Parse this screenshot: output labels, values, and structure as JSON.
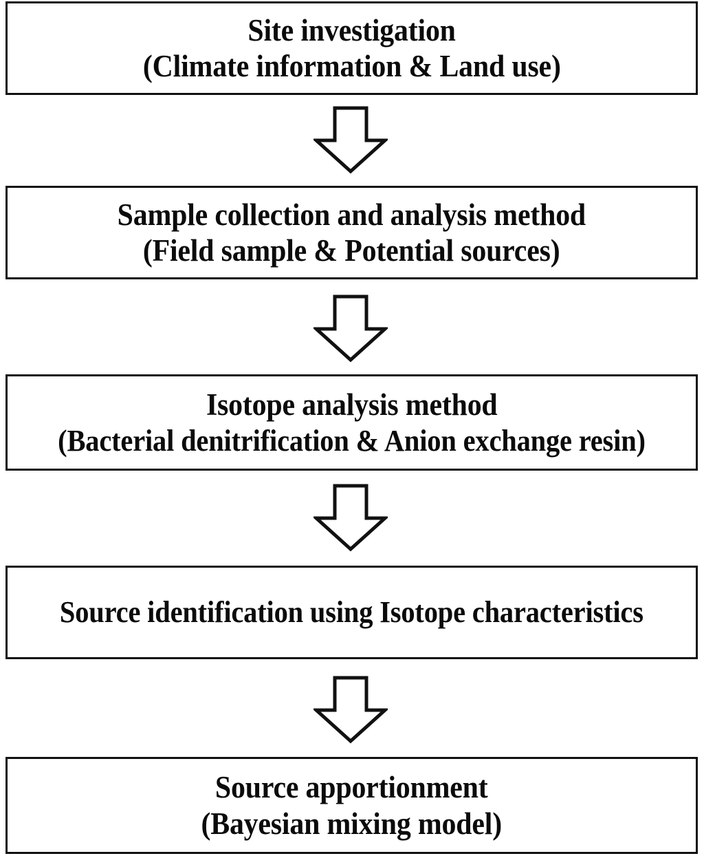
{
  "diagram": {
    "title": "Research workflow flowchart",
    "orientation": "vertical-top-down",
    "background_color": "#ffffff",
    "box_border_color": "#111111",
    "text_color": "#0b0b0b",
    "steps": [
      {
        "id": "step-1",
        "name": "site-investigation",
        "line1": "Site investigation",
        "line2": "(Climate information & Land use)"
      },
      {
        "id": "step-2",
        "name": "sample-collection-and-analysis-method",
        "line1": "Sample collection and analysis method",
        "line2": "(Field sample & Potential sources)"
      },
      {
        "id": "step-3",
        "name": "isotope-analysis-method",
        "line1": "Isotope analysis method",
        "line2": "(Bacterial denitrification & Anion exchange resin)"
      },
      {
        "id": "step-4",
        "name": "source-identification-using-isotope-characteristics",
        "line1": "Source identification using Isotope characteristics",
        "line2": ""
      },
      {
        "id": "step-5",
        "name": "source-apportionment",
        "line1": "Source apportionment",
        "line2": "(Bayesian mixing model)"
      }
    ],
    "connectors": [
      {
        "id": "arrow-1",
        "name": "down-arrow-icon",
        "from": "step-1",
        "to": "step-2",
        "direction": "down"
      },
      {
        "id": "arrow-2",
        "name": "down-arrow-icon",
        "from": "step-2",
        "to": "step-3",
        "direction": "down"
      },
      {
        "id": "arrow-3",
        "name": "down-arrow-icon",
        "from": "step-3",
        "to": "step-4",
        "direction": "down"
      },
      {
        "id": "arrow-4",
        "name": "down-arrow-icon",
        "from": "step-4",
        "to": "step-5",
        "direction": "down"
      }
    ]
  }
}
